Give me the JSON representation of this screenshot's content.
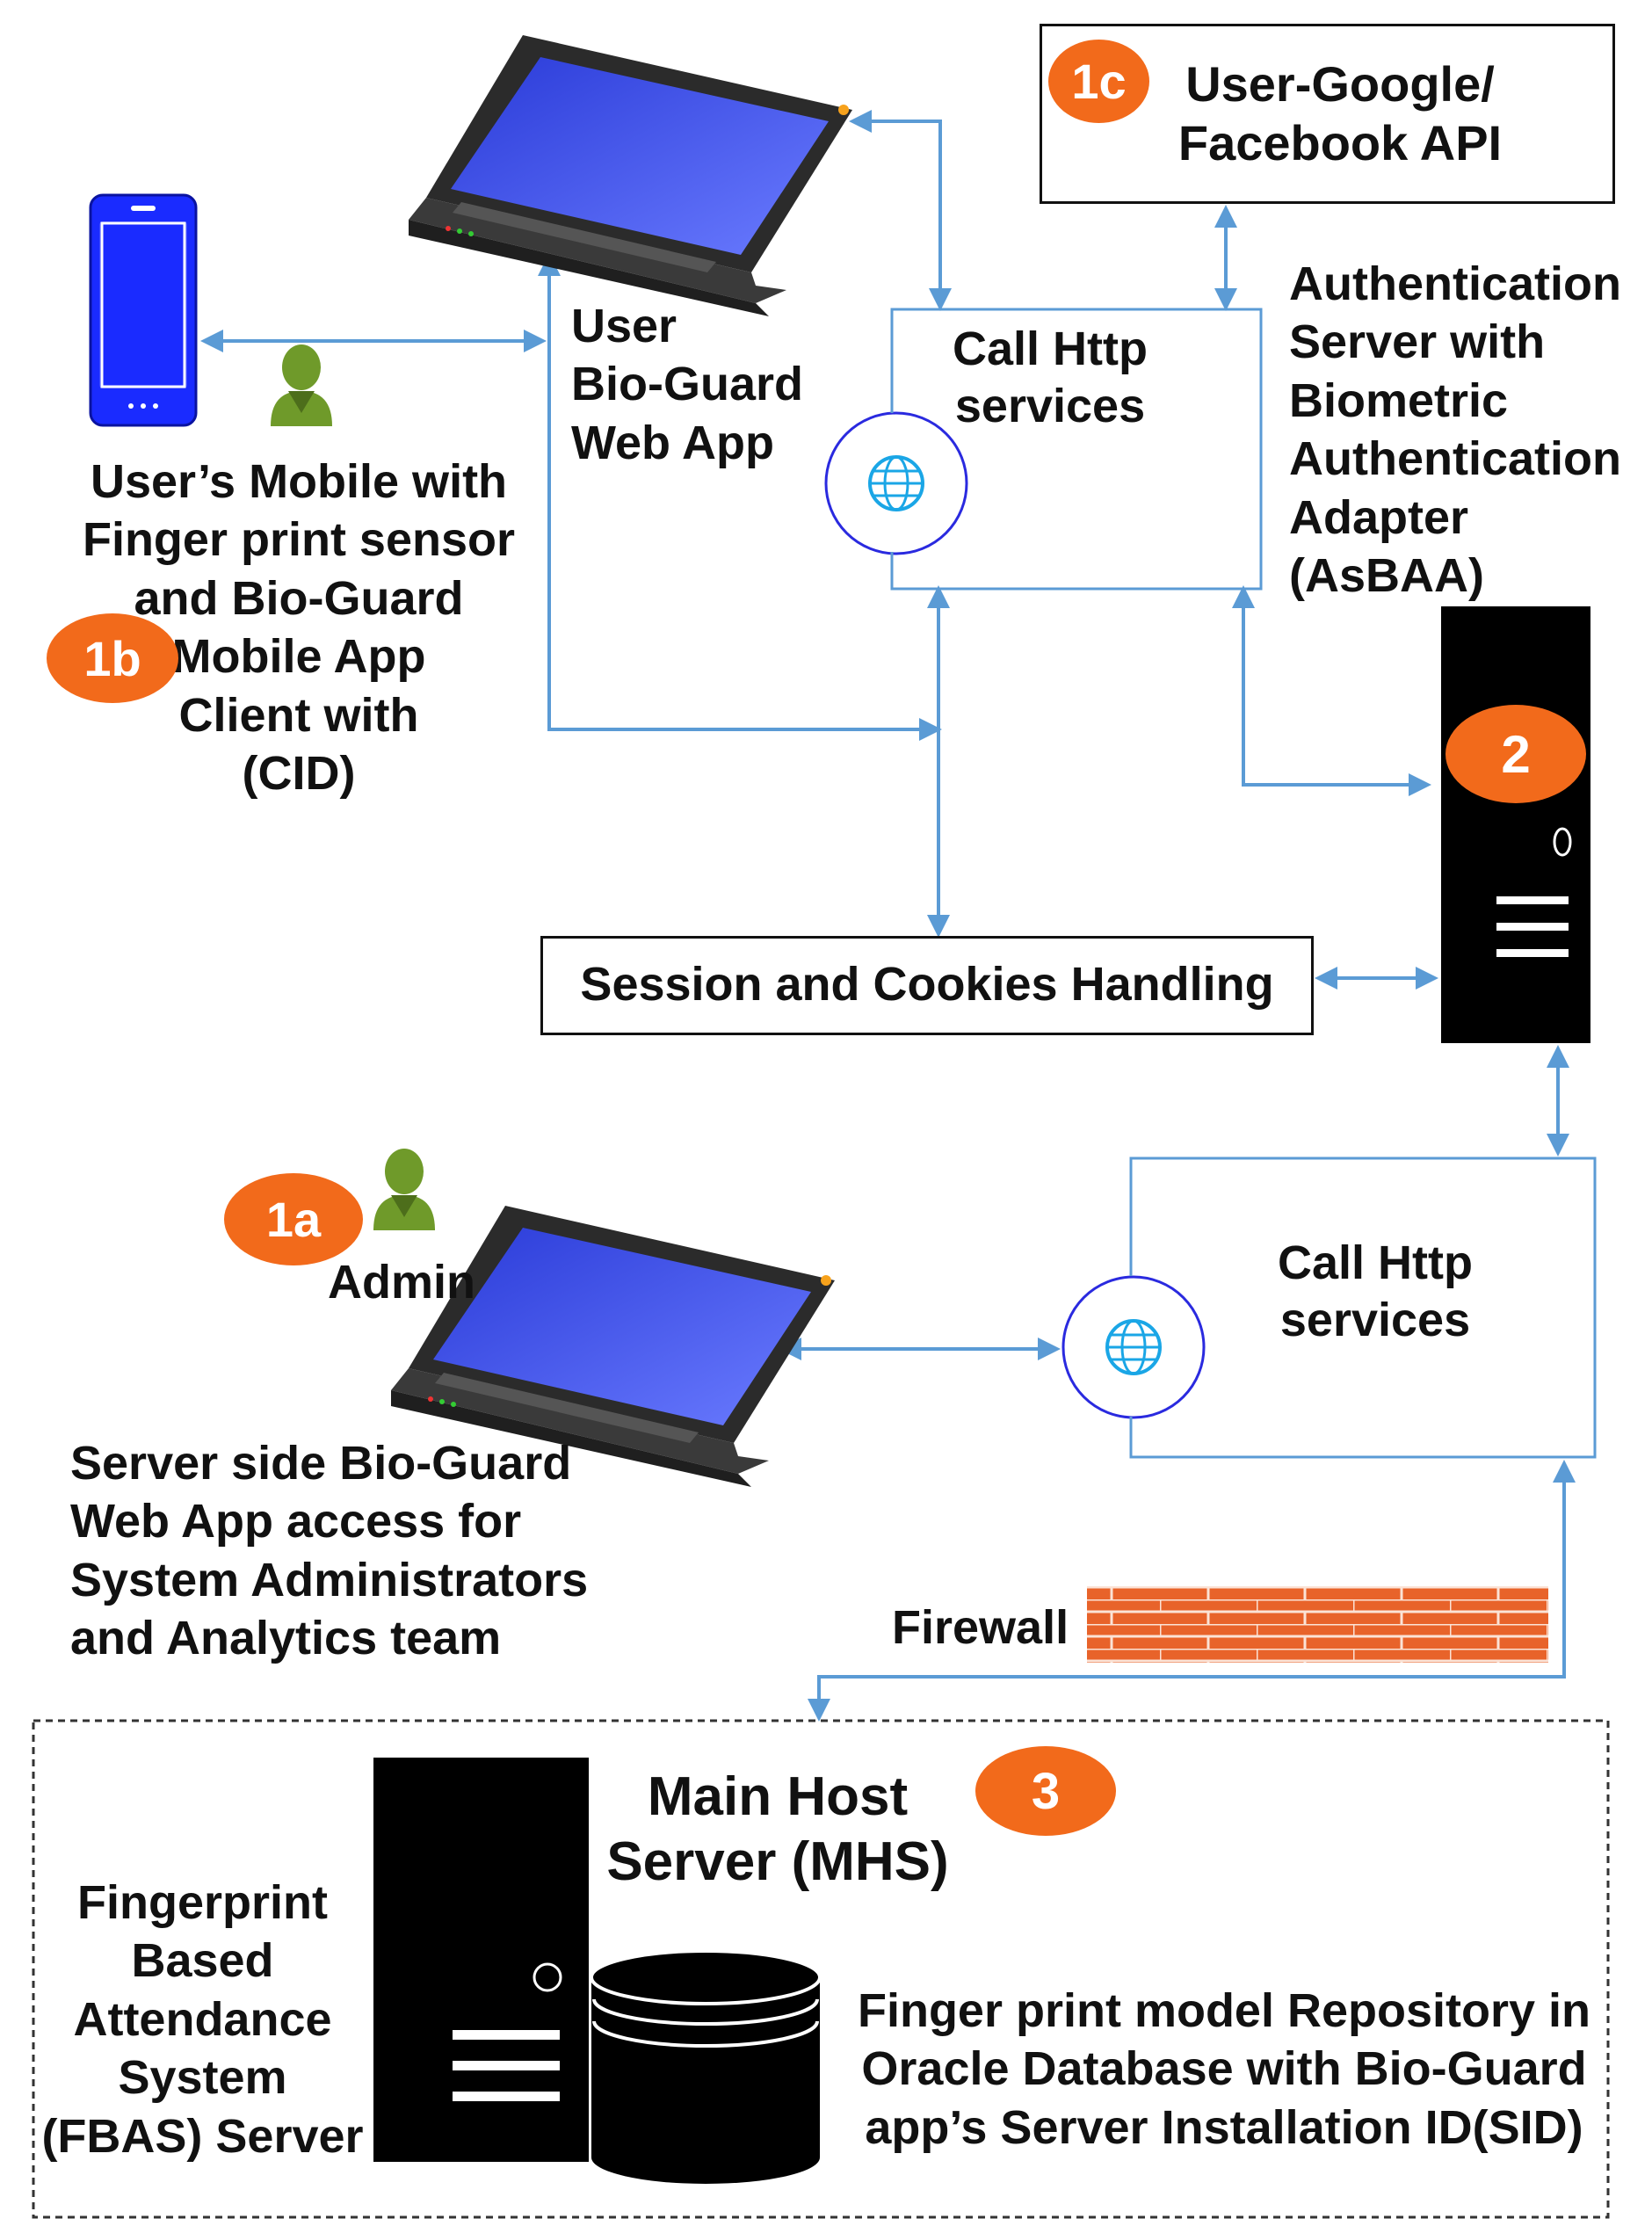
{
  "badges": {
    "b1a": "1a",
    "b1b": "1b",
    "b1c": "1c",
    "b2": "2",
    "b3": "3"
  },
  "labels": {
    "user_mobile": "User’s Mobile with\nFinger print sensor\nand Bio-Guard\nMobile App\nClient with\n(CID)",
    "user_webapp": "User\nBio-Guard\nWeb App",
    "call_http_top": "Call Http\nservices",
    "auth_server": "Authentication\nServer with\nBiometric\nAuthentication\nAdapter\n(AsBAA)",
    "google_api": "User-Google/\nFacebook API",
    "session": "Session and Cookies Handling",
    "admin": "Admin",
    "server_side": "Server side Bio-Guard\nWeb App access for\nSystem Administrators\nand Analytics team",
    "call_http_bottom": "Call Http\nservices",
    "firewall": "Firewall",
    "main_host": "Main Host\nServer (MHS)",
    "fbas": "Fingerprint\nBased\nAttendance\nSystem\n(FBAS) Server",
    "repository": "Finger print model Repository in\nOracle Database with Bio-Guard\napp’s Server Installation ID(SID)"
  },
  "icons": {
    "mobile_left": "smartphone-icon",
    "mobile_api": "smartphone-icon",
    "user_person": "person-icon",
    "admin_person": "person-icon",
    "laptop_user": "laptop-icon",
    "laptop_admin": "laptop-icon",
    "globe_top": "globe-icon",
    "globe_bottom": "globe-icon",
    "auth_tower": "server-tower-icon",
    "host_tower": "server-tower-icon",
    "database": "database-icon",
    "firewall": "brick-wall-icon"
  },
  "colors": {
    "accent": "#f26a1b",
    "arrow": "#5b9bd5",
    "phone": "#1a2bff",
    "person": "#6f9a2a",
    "firewall": "#e8632a",
    "server": "#000000"
  }
}
